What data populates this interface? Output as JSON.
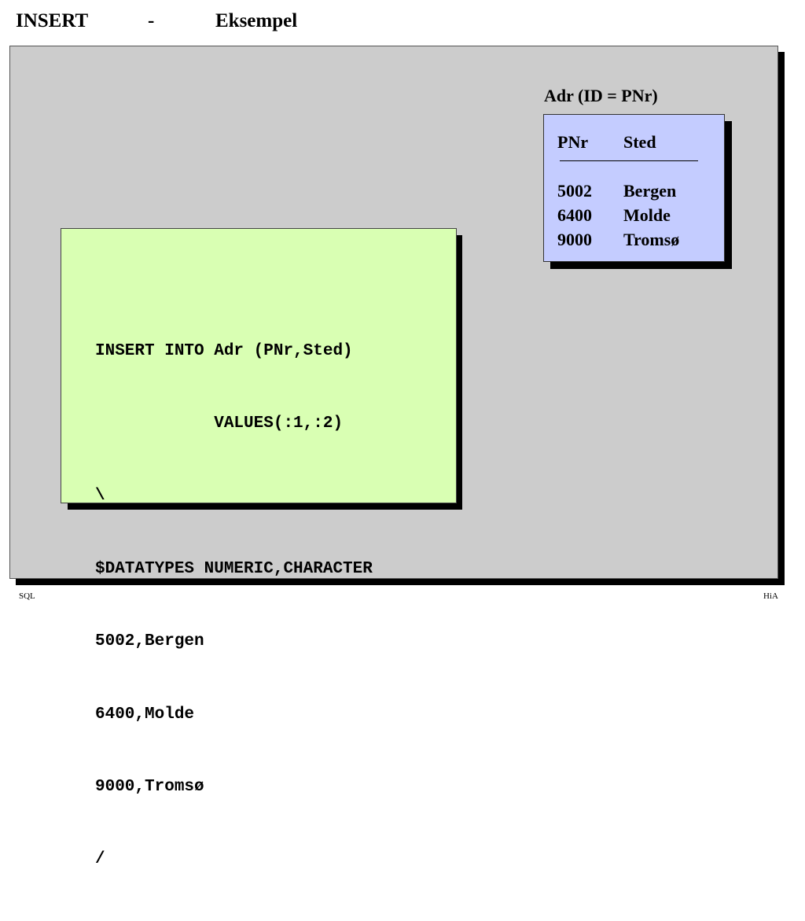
{
  "title": {
    "part1": "INSERT",
    "dash": "-",
    "part2": "Eksempel"
  },
  "adr_table": {
    "caption": "Adr (ID = PNr)",
    "headers": [
      "PNr",
      "Sted"
    ],
    "rows": [
      [
        "5002",
        "Bergen"
      ],
      [
        "6400",
        "Molde"
      ],
      [
        "9000",
        "Tromsø"
      ]
    ]
  },
  "code": {
    "lines": [
      "INSERT INTO Adr (PNr,Sted)",
      "            VALUES(:1,:2)",
      "\\",
      "$DATATYPES NUMERIC,CHARACTER",
      "5002,Bergen",
      "6400,Molde",
      "9000,Tromsø",
      "/"
    ]
  },
  "footer": {
    "left": "SQL",
    "right": "HiA"
  },
  "colors": {
    "panel": "#cccccc",
    "table_box": "#c4ccff",
    "code_box": "#d9ffb3",
    "shadow": "#000000"
  }
}
